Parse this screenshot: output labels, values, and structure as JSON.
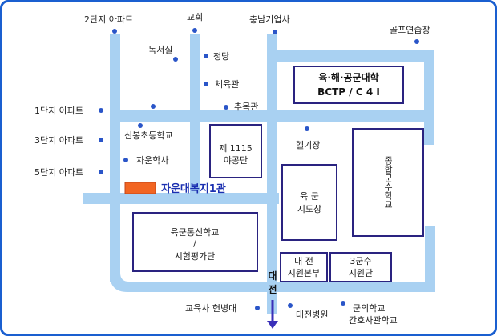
{
  "labels": {
    "apt2": "2단지 아파트",
    "church": "교회",
    "chungnam": "충남기업사",
    "golf": "골프연습장",
    "dokseosil": "독서실",
    "cheongdang": "청당",
    "gymnasium": "체육관",
    "chumokgwan": "추목관",
    "apt1": "1단지 아파트",
    "apt3": "3단지 아파트",
    "apt5": "5단지 아파트",
    "sinbong_school": "신봉초등학교",
    "jayunhaksa": "자운학사",
    "heliport": "헬기장",
    "gyoyuksa": "교육사 헌병대",
    "daejeon_hospital": "대전병원",
    "medical_school_1": "군의학교",
    "medical_school_2": "간호사관학교",
    "direction_1": "대",
    "direction_2": "전"
  },
  "buildings": {
    "army_college_1": "육·해·공군대학",
    "army_college_2": "BCTP / C 4 I",
    "unit1115_1": "제 1115",
    "unit1115_2": "야공단",
    "general_school": "종합군수학교",
    "army_training_1": "육 군",
    "army_training_2": "지도창",
    "signal_school_1": "육군통신학교",
    "signal_school_2": "/",
    "signal_school_3": "시험평가단",
    "daejeon_support_1": "대 전",
    "daejeon_support_2": "지원본부",
    "logistics_1": "3군수",
    "logistics_2": "지원단"
  },
  "highlight": {
    "name": "자운대복지1관",
    "color": "#f26522"
  },
  "colors": {
    "road": "#a9d1f2",
    "building_border": "#2a2380",
    "dot": "#2a55c8",
    "frame": "#1a5fd0",
    "highlight_text": "#1a2fb0"
  }
}
